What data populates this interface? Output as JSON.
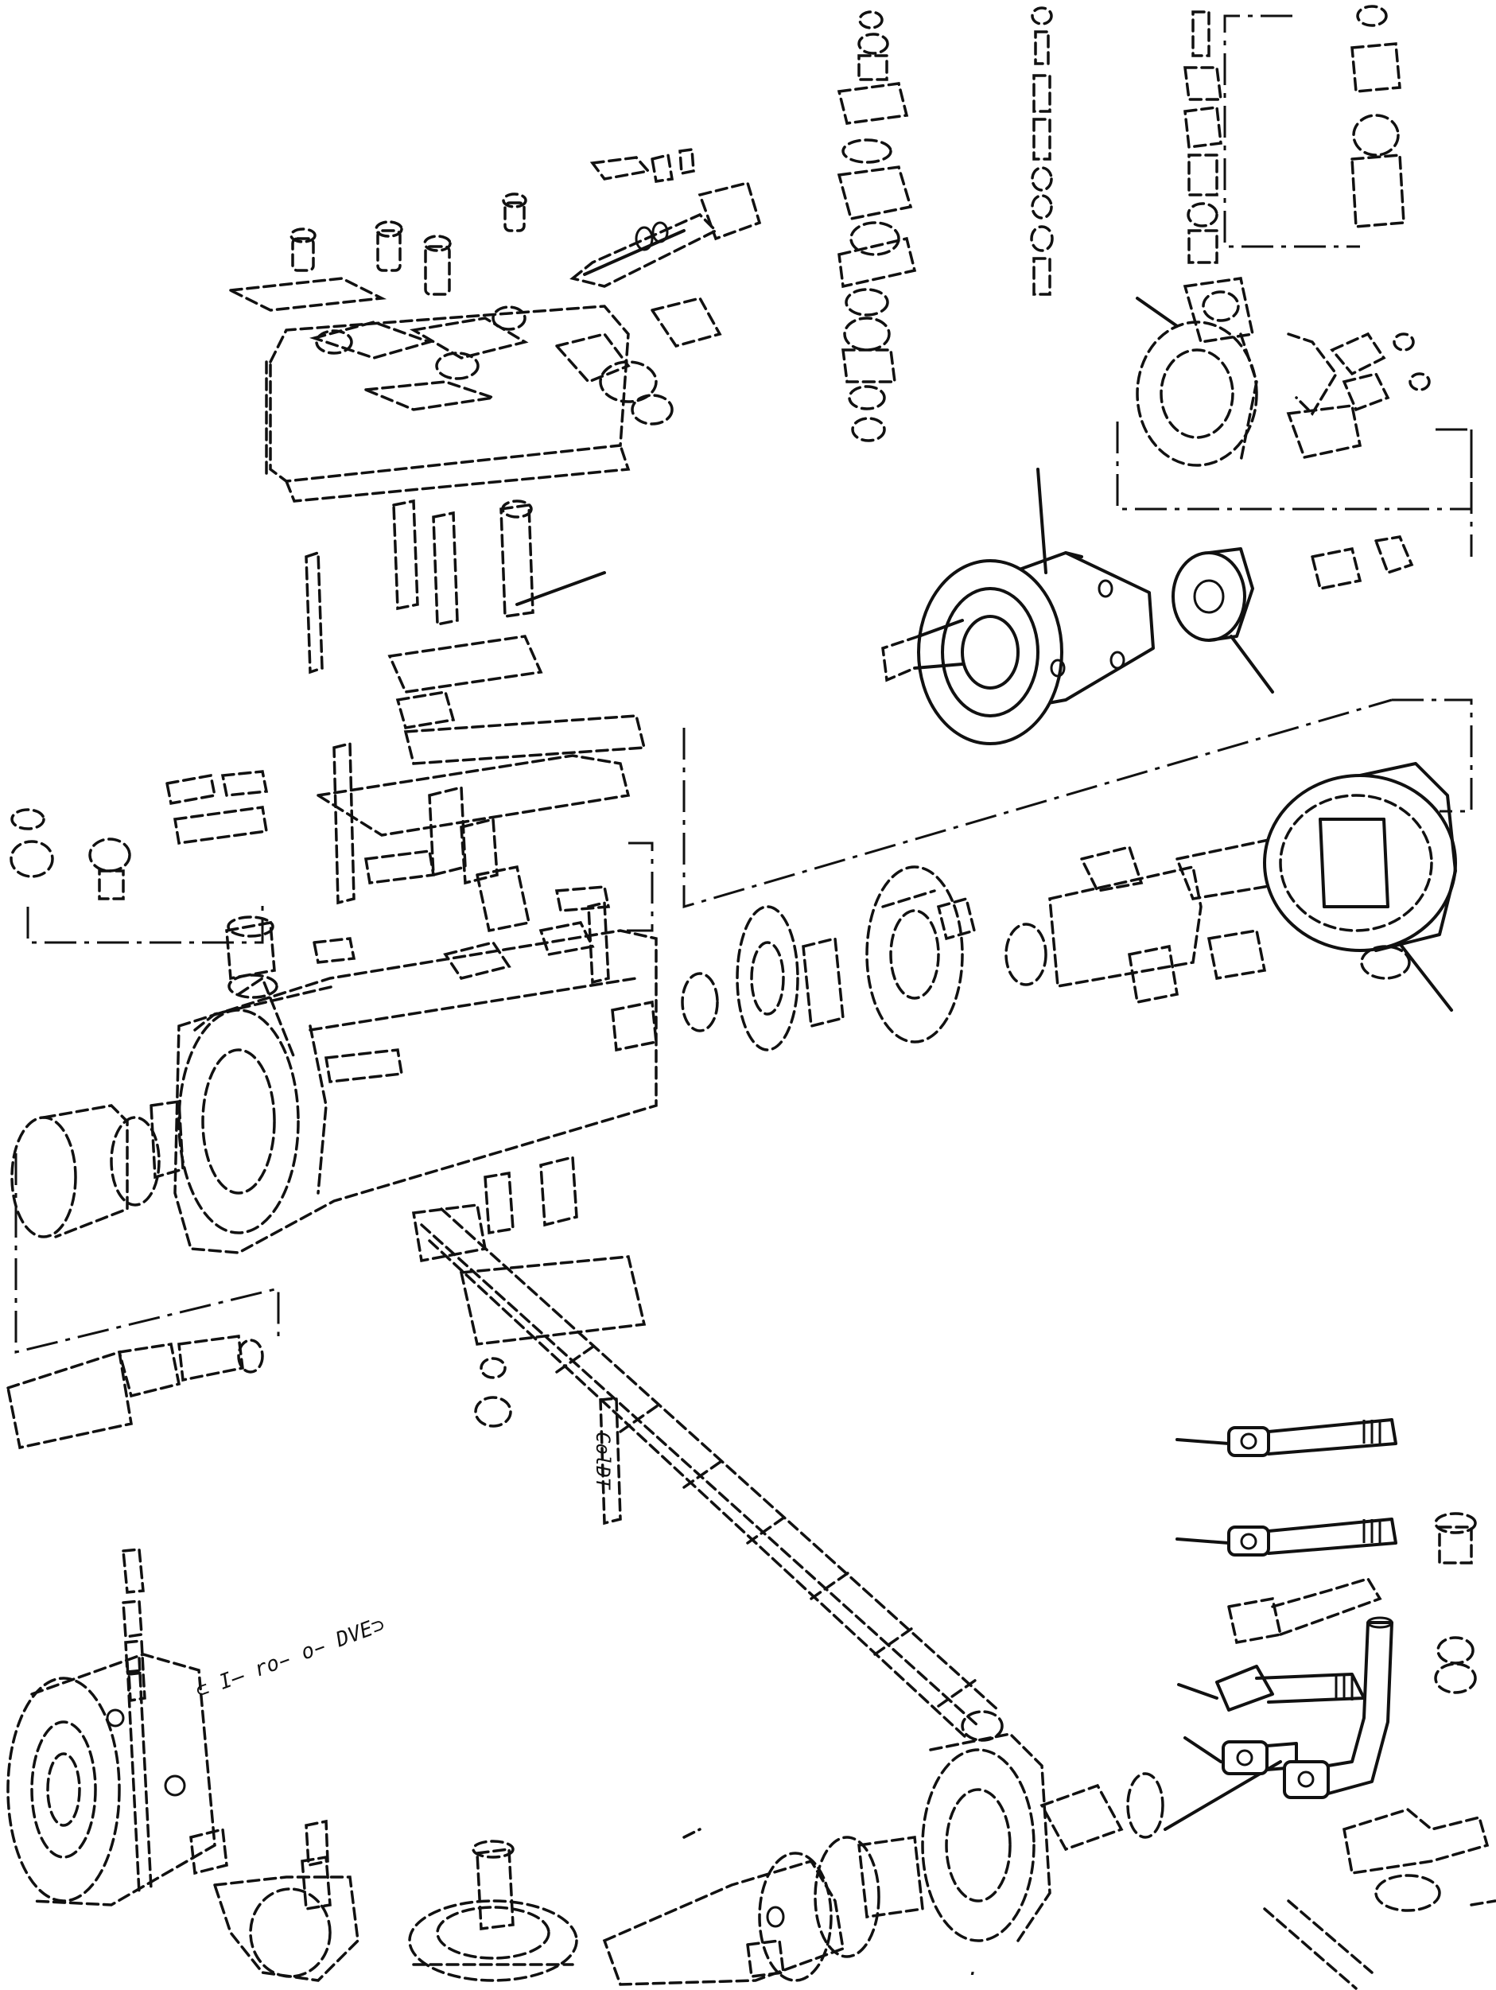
{
  "figure": {
    "type": "exploded parts diagram",
    "subject": "rotary fuel injection pump",
    "line_color": "#111111",
    "background": "#ffffff"
  },
  "labels": {
    "bracket_text": "⊂ I̶ ro̵ o̵ DVE⊃",
    "vertical_text": "ColDT",
    "bottom_mark": "·"
  }
}
